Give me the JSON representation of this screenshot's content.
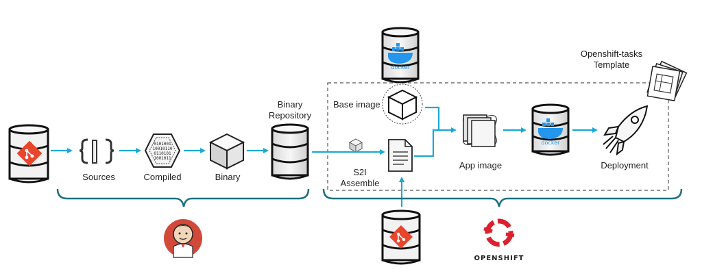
{
  "labels": {
    "sources": "Sources",
    "compiled": "Compiled",
    "binary": "Binary",
    "binary_repository": "Binary\nRepository",
    "base_image": "Base image",
    "s2i_assemble": "S2I\nAssemble",
    "app_image": "App image",
    "deployment": "Deployment",
    "template": "Openshift-tasks\nTemplate",
    "openshift_wordmark": "OPENSHIFT"
  },
  "icons": {
    "git_repo": "git-database-icon",
    "sources": "source-code-braces-icon",
    "compiled": "compiled-binary-hexagon-icon",
    "binary": "binary-cube-icon",
    "binary_repository": "database-icon",
    "docker_registry": "docker-database-icon",
    "base_image": "base-image-cube-icon",
    "s2i_cube": "small-cube-icon",
    "s2i_file": "document-icon",
    "app_image": "app-image-stack-icon",
    "app_registry": "docker-database-icon",
    "deployment": "rocket-icon",
    "template": "template-pages-icon",
    "jenkins": "jenkins-logo",
    "openshift": "openshift-logo",
    "git_repo_bottom": "git-database-icon"
  },
  "colors": {
    "arrow": "#1aa9d6",
    "bracket": "#1a7080",
    "git": "#e8452c",
    "docker": "#2496ed",
    "openshift": "#db212e",
    "dashed_box": "#555555"
  }
}
